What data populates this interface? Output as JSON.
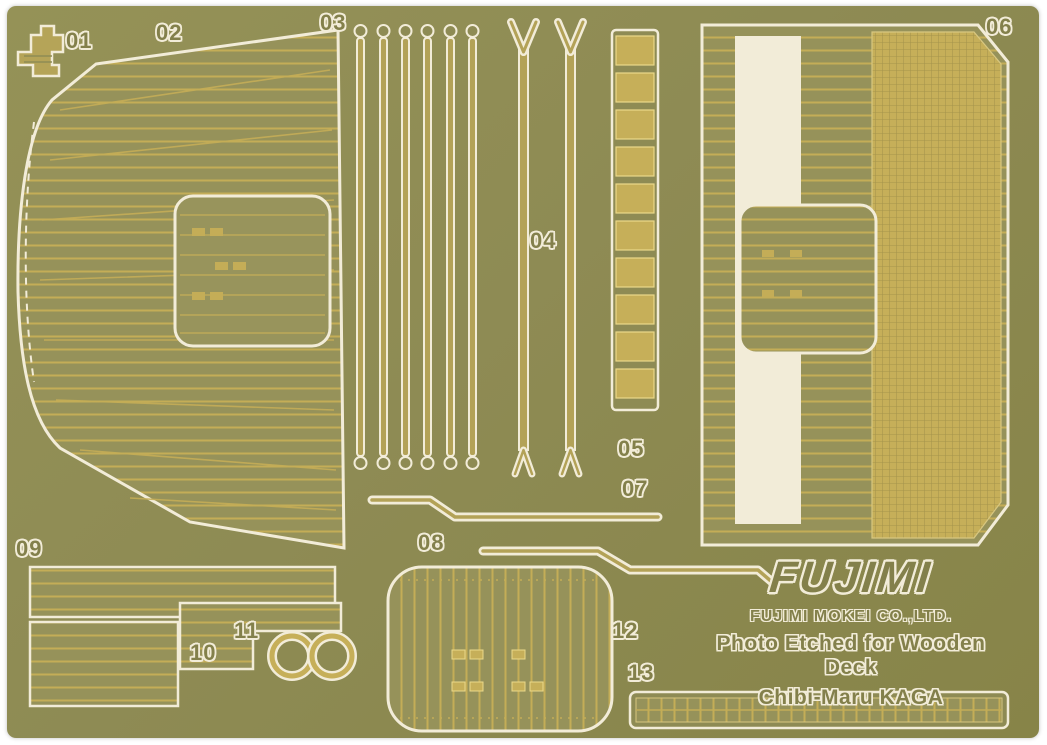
{
  "sheet": {
    "brand_logo": "FUJIMI",
    "company_name": "FUJIMI MOKEI CO.,LTD.",
    "product_title": "Photo Etched for Wooden Deck",
    "product_subtitle": "Chibi-Maru KAGA"
  },
  "parts": [
    "01",
    "02",
    "03",
    "04",
    "05",
    "06",
    "07",
    "08",
    "09",
    "10",
    "11",
    "12",
    "13"
  ],
  "colors": {
    "sheet_olive": "#8e8b54",
    "etch_gold": "#c4ad57",
    "cutout_white": "#f2ecd8"
  }
}
